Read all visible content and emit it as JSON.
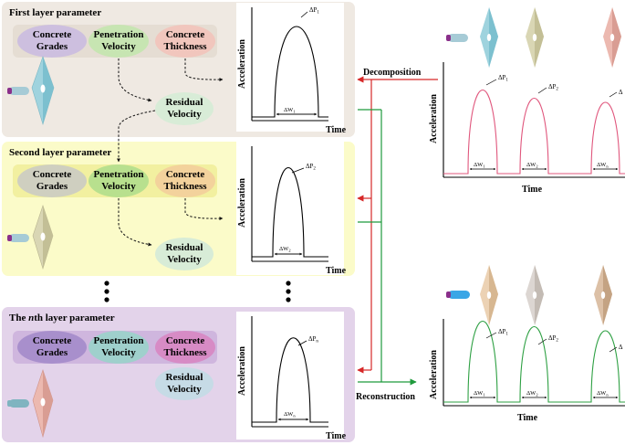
{
  "colors": {
    "panel1": "#efe9e2",
    "panel2": "#fbfbc9",
    "panel3": "#e3d3ea",
    "grades": "#cdbfdf",
    "velocity": "#c7e5b2",
    "thickness": "#f1c6bd",
    "residual": "#d8ecd7",
    "decomposition_arrow": "#d62828",
    "reconstruction_arrow": "#1f9a3c",
    "pink_curve": "#e0577d",
    "green_curve": "#2ea043"
  },
  "layers": [
    {
      "title_prefix": "First layer parameter",
      "title_italic": "",
      "title_suffix": "",
      "grades": [
        "Concrete",
        "Grades"
      ],
      "velocity": [
        "Penetration",
        "Velocity"
      ],
      "thickness": [
        "Concrete",
        "Thickness"
      ],
      "residual": [
        "Residual",
        "Velocity"
      ],
      "peak_label": "ΔP",
      "peak_sub": "1",
      "width_label": "ΔW",
      "width_sub": "1"
    },
    {
      "title_prefix": "Second layer parameter",
      "title_italic": "",
      "title_suffix": "",
      "grades": [
        "Concrete",
        "Grades"
      ],
      "velocity": [
        "Penetration",
        "Velocity"
      ],
      "thickness": [
        "Concrete",
        "Thickness"
      ],
      "residual": [
        "Residual",
        "Velocity"
      ],
      "peak_label": "ΔP",
      "peak_sub": "2",
      "width_label": "ΔW",
      "width_sub": "2"
    },
    {
      "title_prefix": "The ",
      "title_italic": "n",
      "title_suffix": "th layer parameter",
      "grades": [
        "Concrete",
        "Grades"
      ],
      "velocity": [
        "Penetration",
        "Velocity"
      ],
      "thickness": [
        "Concrete",
        "Thickness"
      ],
      "residual": [
        "Residual",
        "Velocity"
      ],
      "peak_label": "ΔP",
      "peak_sub": "n",
      "width_label": "ΔW",
      "width_sub": "n"
    }
  ],
  "axes": {
    "y": "Acceleration",
    "x": "Time"
  },
  "decomposition_label": "Decomposition",
  "reconstruction_label": "Reconstruction",
  "combined_top": {
    "peaks": [
      {
        "label": "ΔP",
        "sub": "1"
      },
      {
        "label": "ΔP",
        "sub": "2"
      },
      {
        "label": "Δ",
        "sub": ""
      }
    ],
    "widths": [
      {
        "label": "ΔW",
        "sub": "1"
      },
      {
        "label": "ΔW",
        "sub": "2"
      },
      {
        "label": "ΔW",
        "sub": "n"
      }
    ]
  },
  "combined_bottom": {
    "peaks": [
      {
        "label": "ΔP",
        "sub": "1"
      },
      {
        "label": "ΔP",
        "sub": "2"
      },
      {
        "label": "Δ",
        "sub": ""
      }
    ],
    "widths": [
      {
        "label": "ΔW",
        "sub": "1"
      },
      {
        "label": "ΔW",
        "sub": "2"
      },
      {
        "label": "ΔW",
        "sub": "n"
      }
    ]
  }
}
